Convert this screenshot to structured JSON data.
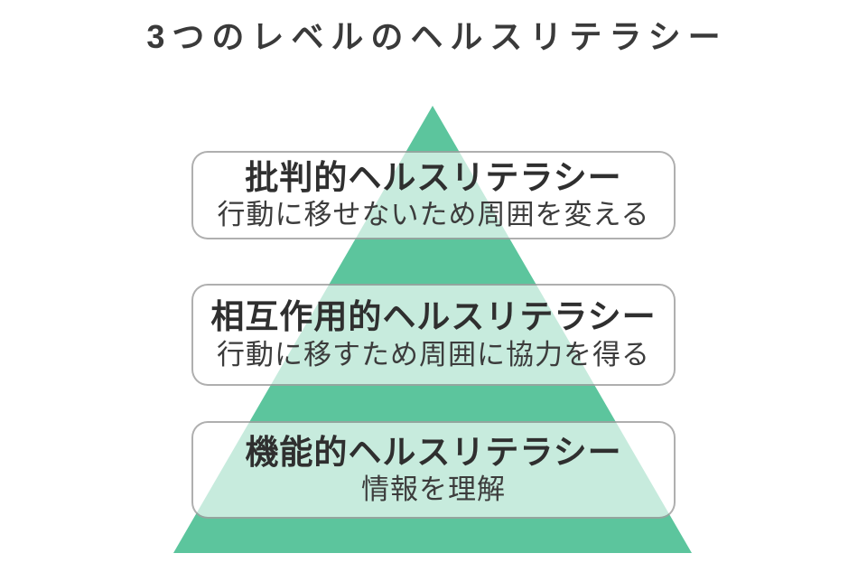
{
  "title": "3つのレベルのヘルスリテラシー",
  "colors": {
    "pyramid_green": "#5cc59d",
    "title_text": "#3a3a3a",
    "level_name_text": "#2f2f2f",
    "level_desc_text": "#3c3c3c"
  },
  "pyramid": {
    "levels": [
      {
        "name": "批判的ヘルスリテラシー",
        "description": "行動に移せないため周囲を変える"
      },
      {
        "name": "相互作用的ヘルスリテラシー",
        "description": "行動に移すため周囲に協力を得る"
      },
      {
        "name": "機能的ヘルスリテラシー",
        "description": "情報を理解"
      }
    ]
  }
}
